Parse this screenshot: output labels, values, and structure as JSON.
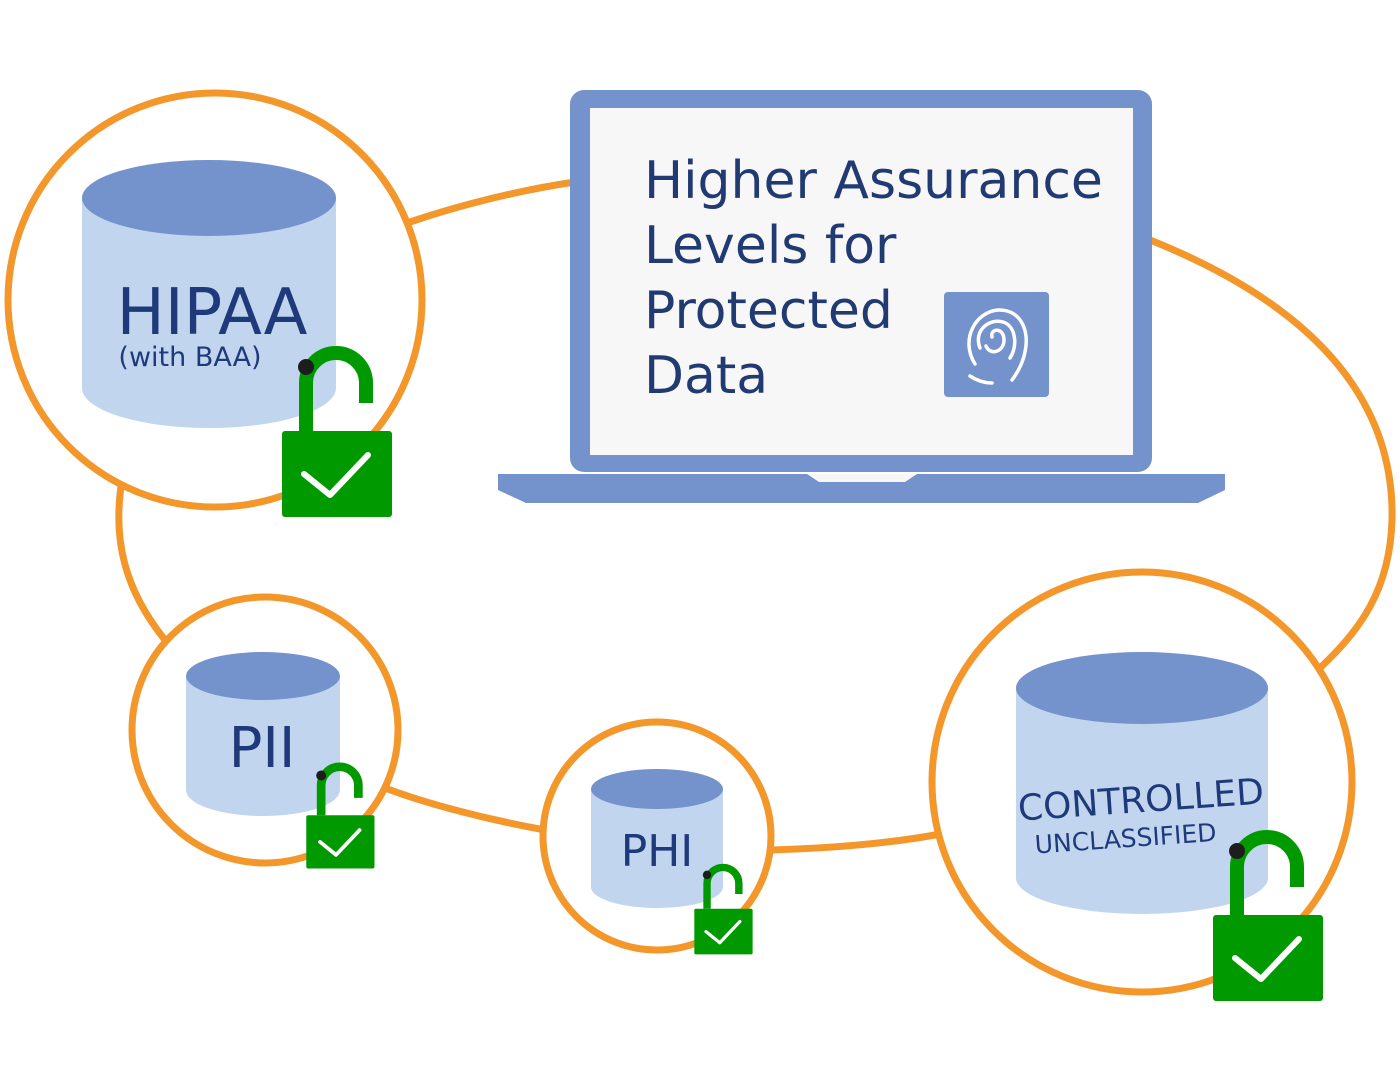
{
  "colors": {
    "ring": "#f3972b",
    "db_top": "#7492cb",
    "db_body": "#c2d5ef",
    "db_text": "#1f3a7a",
    "laptop_frame": "#7492cb",
    "screen": "#f7f7f7",
    "screen_text": "#213b72",
    "lock_green": "#009a00",
    "check": "#ffffff"
  },
  "laptop": {
    "title_lines": [
      "Higher Assurance",
      "Levels for",
      "Protected",
      "Data"
    ],
    "icon": "fingerprint-icon"
  },
  "databases": {
    "hipaa": {
      "label": "HIPAA",
      "sublabel": "(with BAA)"
    },
    "pii": {
      "label": "PII"
    },
    "phi": {
      "label": "PHI"
    },
    "cui": {
      "label": "CONTROLLED",
      "sublabel": "UNCLASSIFIED"
    }
  },
  "icons": {
    "lock": "unlocked-padlock-check-icon",
    "database": "database-cylinder-icon"
  }
}
